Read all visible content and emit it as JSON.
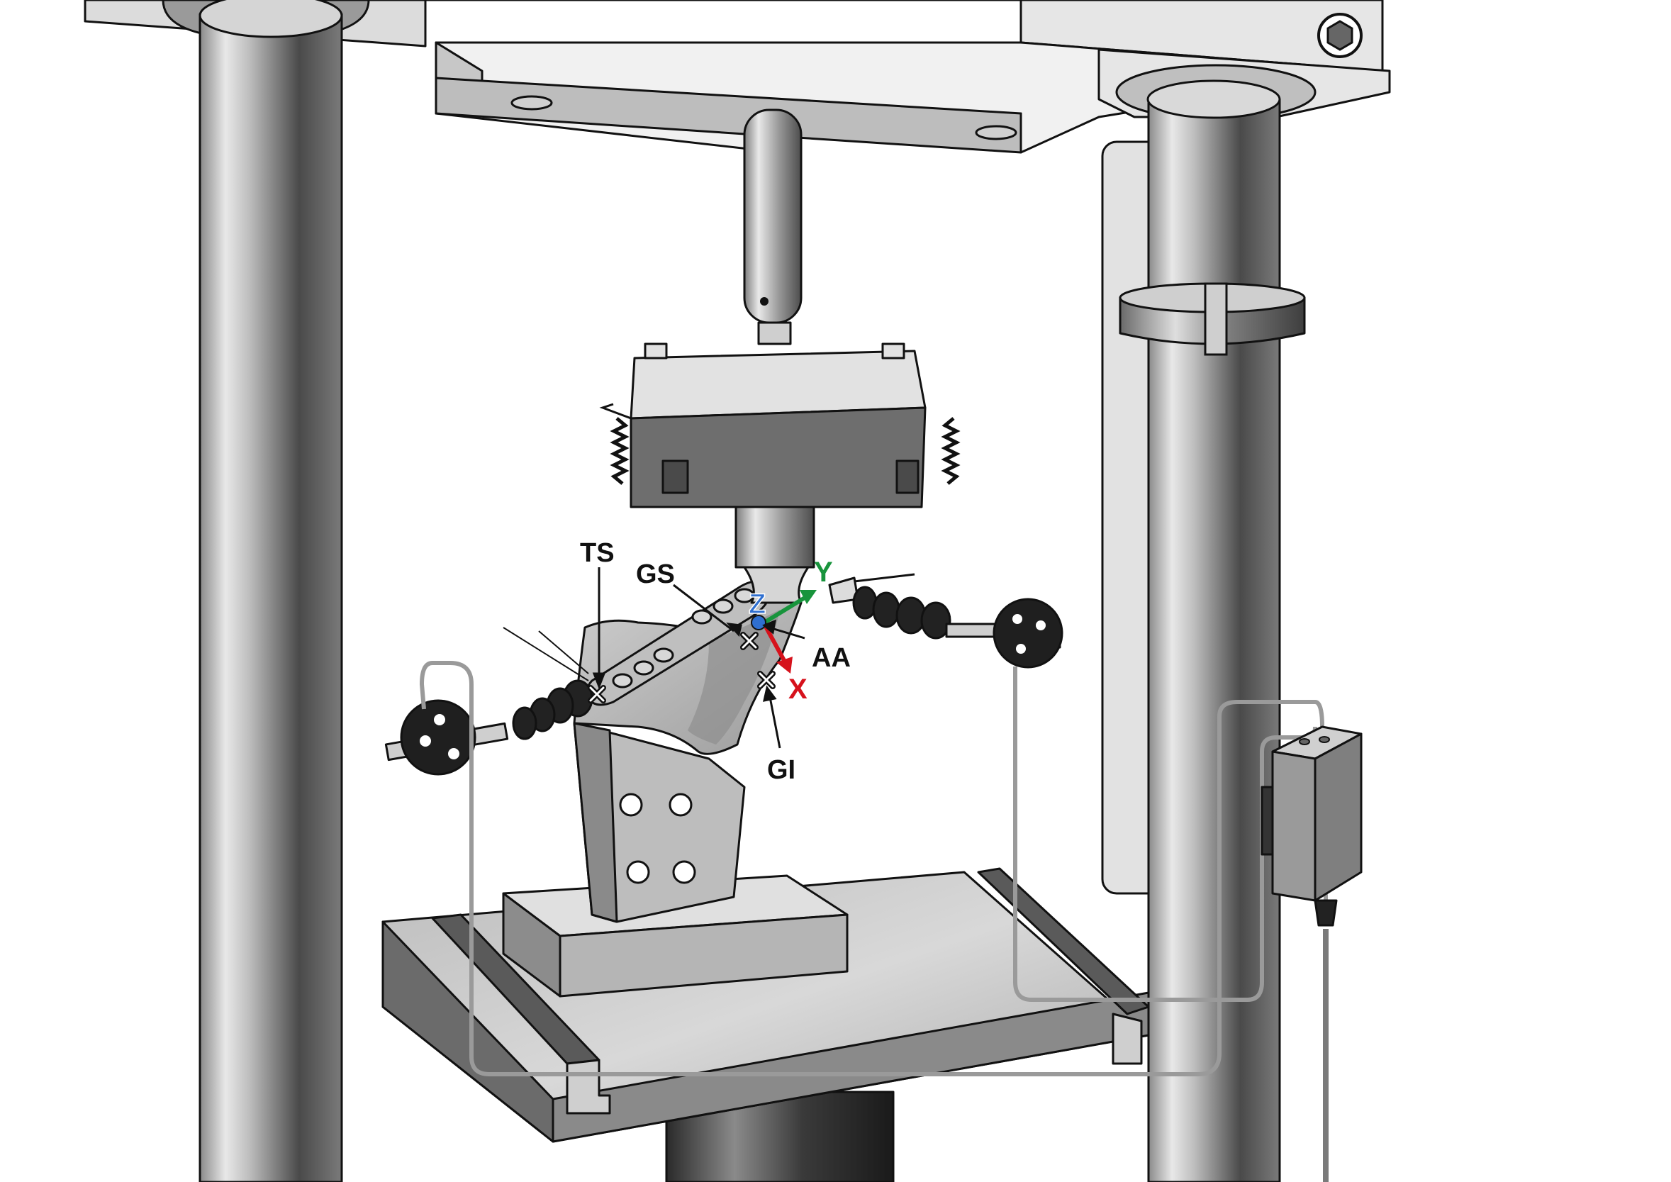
{
  "labels": {
    "ts": "TS",
    "gs": "GS",
    "aa": "AA",
    "gi": "GI"
  },
  "axes": {
    "x": {
      "label": "X",
      "color": "#d6121c"
    },
    "y": {
      "label": "Y",
      "color": "#18943c"
    },
    "z": {
      "label": "Z",
      "color": "#2f6fd0"
    }
  },
  "icons": {
    "marker": "cross-marker-icon",
    "tracker": "tracker-sphere-icon",
    "sensor": "sensor-box-icon"
  }
}
